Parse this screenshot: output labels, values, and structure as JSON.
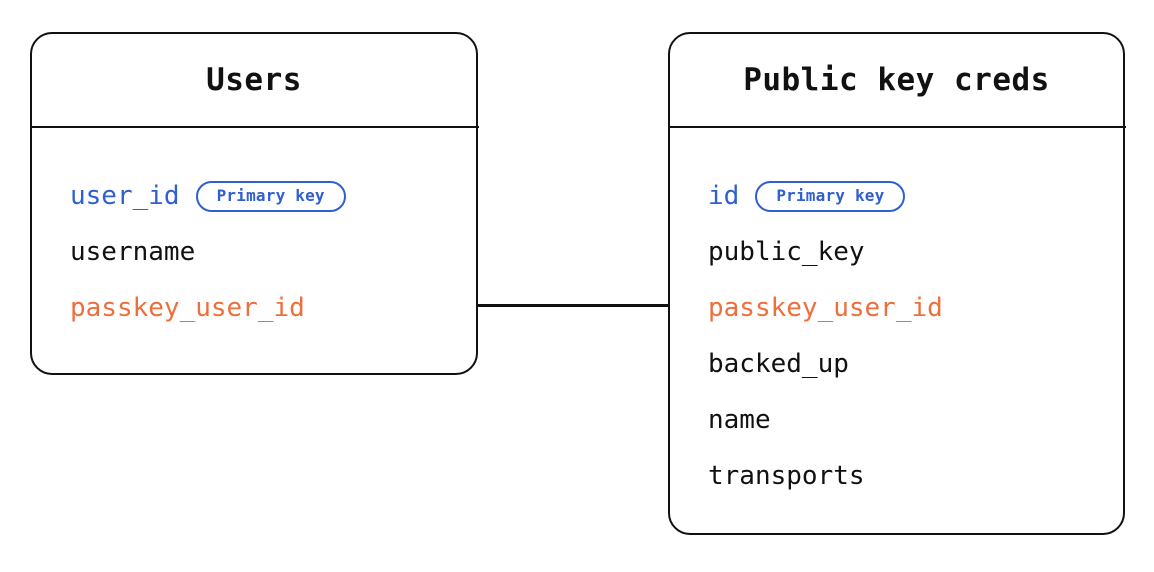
{
  "diagram": {
    "type": "entity-relationship",
    "background_color": "#ffffff",
    "colors": {
      "primary_key": "#2f5fd0",
      "foreign_key": "#ed6f3c",
      "text": "#111111",
      "border": "#111111"
    },
    "entities": [
      {
        "id": "users",
        "title": "Users",
        "fields": [
          {
            "name": "user_id",
            "role": "pk",
            "badge": "Primary key"
          },
          {
            "name": "username",
            "role": "plain",
            "badge": null
          },
          {
            "name": "passkey_user_id",
            "role": "fk",
            "badge": null
          }
        ]
      },
      {
        "id": "public-key-creds",
        "title": "Public key creds",
        "fields": [
          {
            "name": "id",
            "role": "pk",
            "badge": "Primary key"
          },
          {
            "name": "public_key",
            "role": "plain",
            "badge": null
          },
          {
            "name": "passkey_user_id",
            "role": "fk",
            "badge": null
          },
          {
            "name": "backed_up",
            "role": "plain",
            "badge": null
          },
          {
            "name": "name",
            "role": "plain",
            "badge": null
          },
          {
            "name": "transports",
            "role": "plain",
            "badge": null
          }
        ]
      }
    ],
    "relationships": [
      {
        "from_entity": "users",
        "from_field": "passkey_user_id",
        "to_entity": "public-key-creds",
        "to_field": "passkey_user_id",
        "style": "solid-line"
      }
    ]
  }
}
